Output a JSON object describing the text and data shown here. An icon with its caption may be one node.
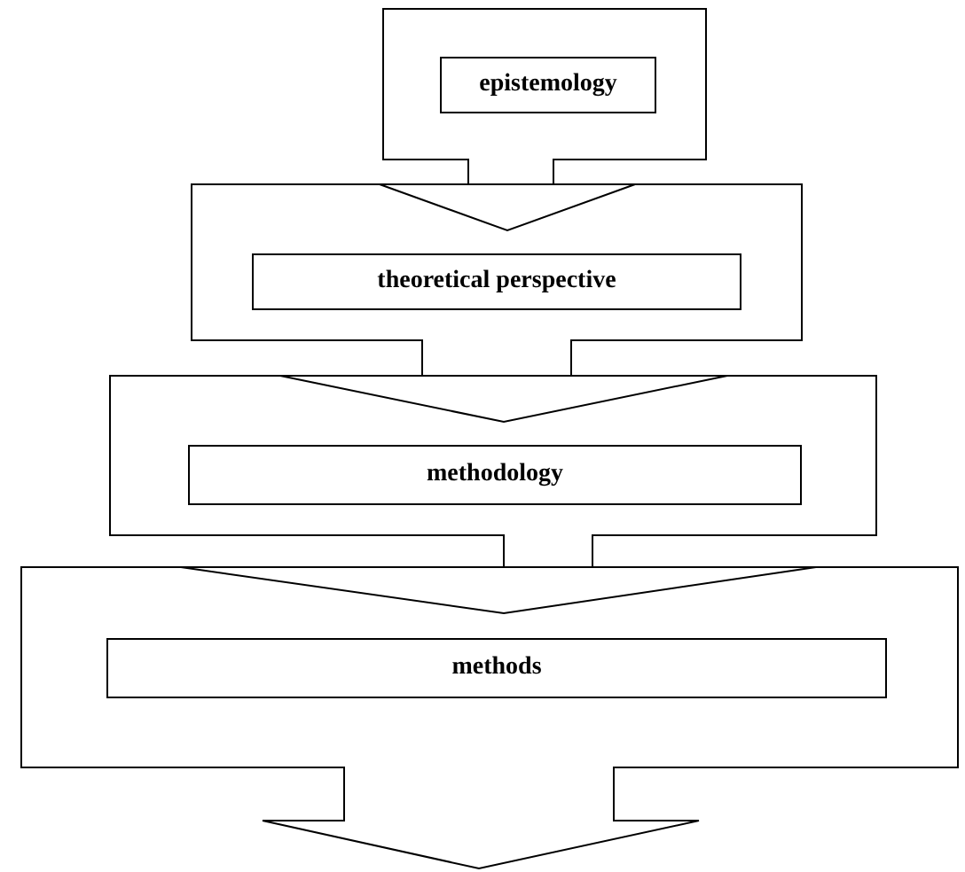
{
  "diagram": {
    "nodes": [
      {
        "text": [],
        "shape": "arrow"
      },
      {
        "text": [
          "epistemology"
        ],
        "in": 0
      },
      {
        "text": [],
        "shape": "arrow"
      },
      {
        "text": [
          "theoretical perspective"
        ],
        "in": 2
      },
      {
        "text": [],
        "shape": "arrow"
      },
      {
        "text": [
          "methodology"
        ],
        "in": 4
      },
      {
        "text": [],
        "shape": "arrow"
      },
      {
        "text": [
          "methods"
        ],
        "in": 6
      }
    ]
  }
}
